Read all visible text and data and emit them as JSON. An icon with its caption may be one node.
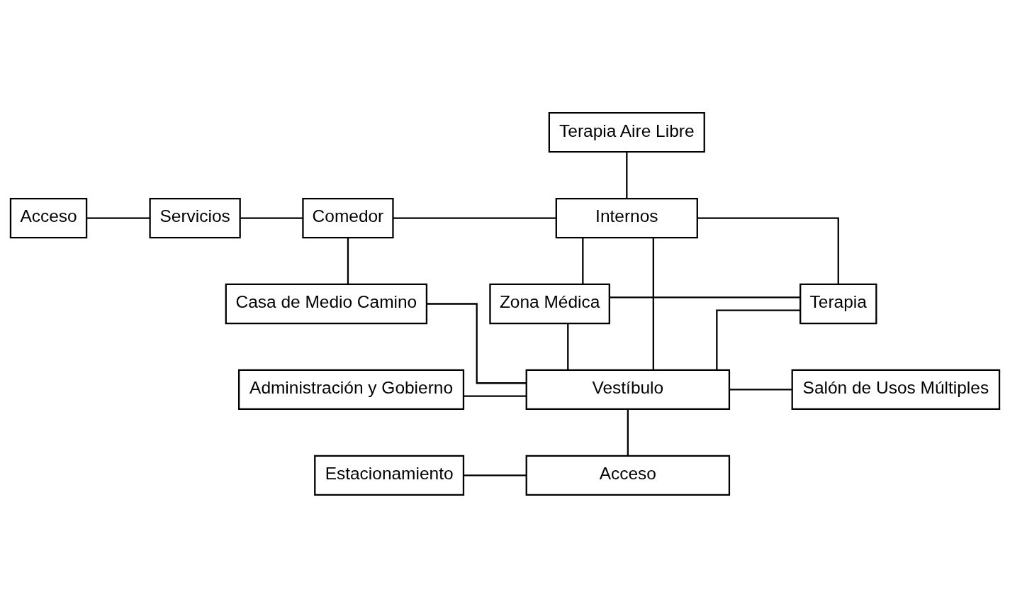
{
  "diagram": {
    "nodes": [
      {
        "text": [
          "Terapia Aire Libre"
        ]
      },
      {
        "text": [
          "Acceso"
        ]
      },
      {
        "text": [
          "Servicios"
        ]
      },
      {
        "text": [
          "Comedor"
        ]
      },
      {
        "text": [
          "Internos"
        ]
      },
      {
        "text": [
          "Casa de Medio Camino"
        ]
      },
      {
        "text": [
          "Zona Médica"
        ]
      },
      {
        "text": [
          "Terapia"
        ]
      },
      {
        "text": [
          "Vestíbulo"
        ]
      },
      {
        "text": [
          "Administración y Gobierno"
        ]
      },
      {
        "text": [
          "Salón de Usos Múltiples"
        ]
      },
      {
        "text": [
          "Estacionamiento"
        ]
      },
      {
        "text": [
          "Acceso"
        ]
      }
    ],
    "edges": [
      {
        "from": 0,
        "to": 4,
        "arrow": "none"
      },
      {
        "from": 1,
        "to": 2,
        "arrow": "none"
      },
      {
        "from": 2,
        "to": 3,
        "arrow": "none"
      },
      {
        "from": 3,
        "to": 4,
        "arrow": "none"
      },
      {
        "from": 3,
        "to": 5,
        "arrow": "none"
      },
      {
        "from": 4,
        "to": 6,
        "arrow": "none"
      },
      {
        "from": 4,
        "to": 7,
        "arrow": "none"
      },
      {
        "from": 6,
        "to": 7,
        "arrow": "none"
      },
      {
        "from": 5,
        "to": 8,
        "arrow": "none"
      },
      {
        "from": 6,
        "to": 8,
        "arrow": "none"
      },
      {
        "from": 7,
        "to": 8,
        "arrow": "none"
      },
      {
        "from": 4,
        "to": 8,
        "arrow": "none"
      },
      {
        "from": 9,
        "to": 8,
        "arrow": "none"
      },
      {
        "from": 8,
        "to": 10,
        "arrow": "none"
      },
      {
        "from": 8,
        "to": 12,
        "arrow": "none"
      },
      {
        "from": 11,
        "to": 12,
        "arrow": "none"
      }
    ]
  }
}
